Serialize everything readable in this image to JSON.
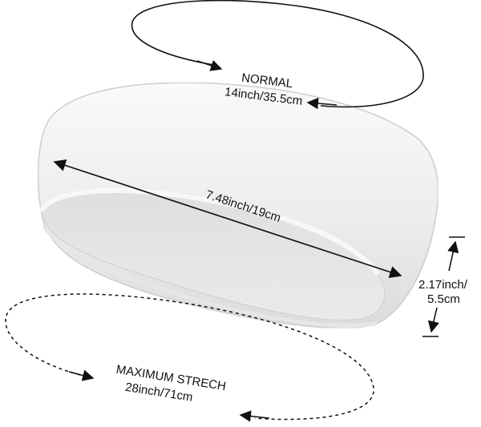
{
  "product": {
    "name": "sweatband-headband",
    "color": "#f2f2f2",
    "shade_color": "#d9d9d9",
    "inner_color": "#e4e4e4"
  },
  "labels": {
    "normal_title": "NORMAL",
    "normal_size": "14inch/35.5cm",
    "length": "7.48inch/19cm",
    "width_line1": "2.17inch/",
    "width_line2": "5.5cm",
    "max_title": "MAXIMUM STRECH",
    "max_size": "28inch/71cm"
  },
  "colors": {
    "ink": "#111111",
    "background": "#ffffff"
  }
}
